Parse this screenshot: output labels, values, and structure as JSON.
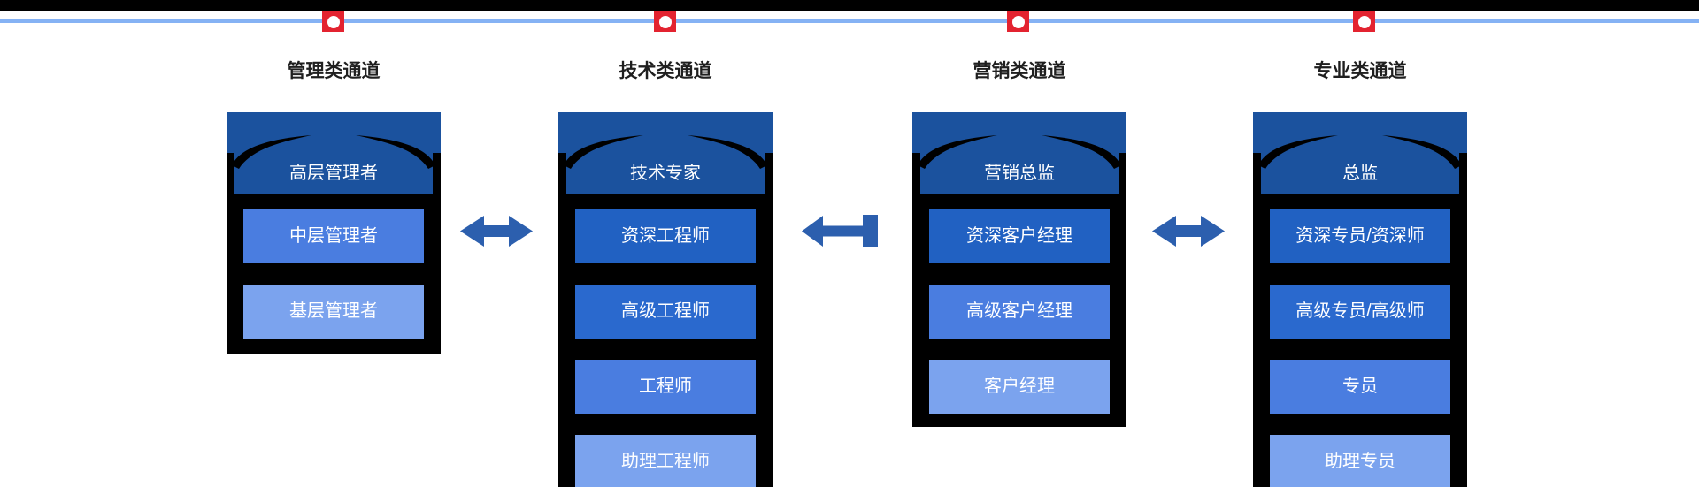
{
  "colors": {
    "page_background": "#ffffff",
    "top_bar": "#000000",
    "timeline_line": "#85b2f4",
    "marker_red": "#e32330",
    "marker_dot": "#ffffff",
    "ladder_frame": "#000000",
    "header_navy": "#1b529e",
    "arrow_blue": "#2c5fae",
    "title_text": "#1f1f1f",
    "rung_text": "#ffffff"
  },
  "channels": [
    {
      "title": "管理类通道",
      "top_role": "高层管理者",
      "rungs": [
        {
          "label": "中层管理者",
          "color": "#4a7de0"
        },
        {
          "label": "基层管理者",
          "color": "#7ba3ee"
        }
      ]
    },
    {
      "title": "技术类通道",
      "top_role": "技术专家",
      "rungs": [
        {
          "label": "资深工程师",
          "color": "#2161c2"
        },
        {
          "label": "高级工程师",
          "color": "#2a69ce"
        },
        {
          "label": "工程师",
          "color": "#4a7de0"
        },
        {
          "label": "助理工程师",
          "color": "#7ba3ee"
        }
      ]
    },
    {
      "title": "营销类通道",
      "top_role": "营销总监",
      "rungs": [
        {
          "label": "资深客户经理",
          "color": "#2161c2"
        },
        {
          "label": "高级客户经理",
          "color": "#4a7de0"
        },
        {
          "label": "客户经理",
          "color": "#7ba3ee"
        }
      ]
    },
    {
      "title": "专业类通道",
      "top_role": "总监",
      "rungs": [
        {
          "label": "资深专员/资深师",
          "color": "#2161c2"
        },
        {
          "label": "高级专员/高级师",
          "color": "#2a69ce"
        },
        {
          "label": "专员",
          "color": "#4a7de0"
        },
        {
          "label": "助理专员",
          "color": "#7ba3ee"
        }
      ]
    }
  ]
}
